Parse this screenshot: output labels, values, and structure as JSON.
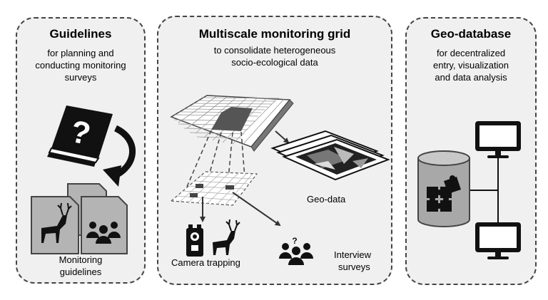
{
  "panels": {
    "guidelines": {
      "title": "Guidelines",
      "subtitle": [
        "for planning and",
        "conducting monitoring",
        "surveys"
      ],
      "label": [
        "Monitoring",
        "guidelines"
      ]
    },
    "grid": {
      "title": "Multiscale monitoring grid",
      "subtitle": [
        "to consolidate heterogeneous",
        "socio-ecological data"
      ],
      "geo_label": "Geo-data",
      "camera_label": "Camera trapping",
      "interview_label": [
        "Interview",
        "surveys"
      ]
    },
    "database": {
      "title": "Geo-database",
      "subtitle": [
        "for decentralized",
        "entry, visualization",
        "and data analysis"
      ]
    }
  },
  "icons": [
    "question-book-icon",
    "curved-arrow-icon",
    "deer-icon",
    "people-group-icon",
    "camera-trap-icon",
    "monitor-icon",
    "database-cylinder-icon",
    "puzzle-icon",
    "map-stack-icon"
  ],
  "colors": {
    "panel_bg": "#f0f0f0",
    "border": "#444444",
    "icon_dark": "#111111",
    "doc_fill": "#b4b4b4"
  }
}
